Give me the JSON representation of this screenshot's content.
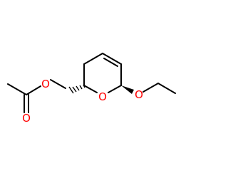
{
  "molecule": {
    "atom_labels": {
      "ester_ether_oxygen": "O",
      "carbonyl_oxygen": "O",
      "ring_oxygen": "O",
      "ethoxy_oxygen": "O"
    },
    "colors": {
      "oxygen": "#ff0000",
      "bond": "#000000",
      "background": "#ffffff"
    }
  }
}
